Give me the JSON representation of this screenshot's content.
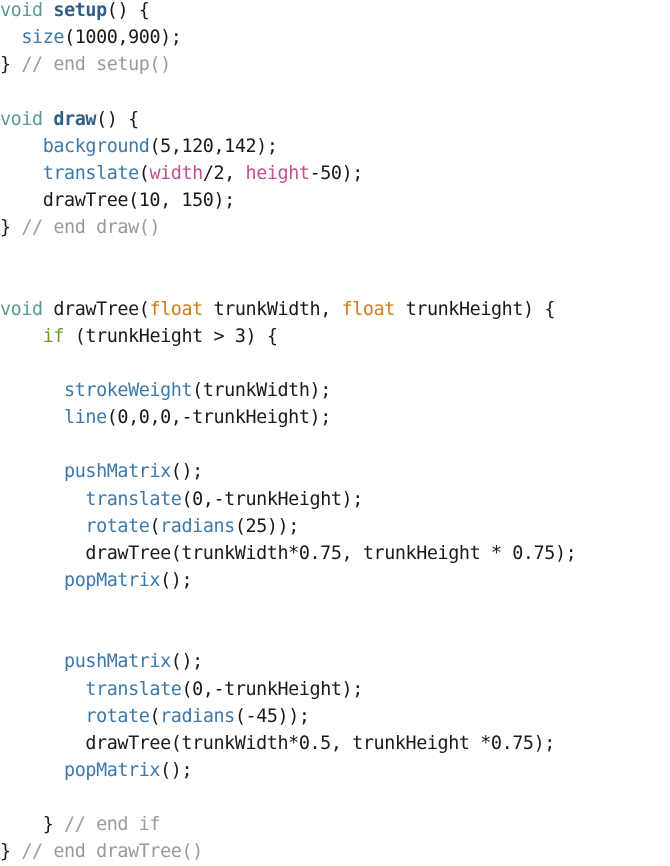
{
  "editor": {
    "colors": {
      "keyword": "#5a9a94",
      "function_bold": "#2f5f86",
      "builtin": "#3c78a8",
      "type_float": "#d07c1e",
      "control": "#6f9a1f",
      "variable": "#c0508c",
      "comment": "#9a9a9a",
      "plain": "#1a1a1a"
    },
    "lines": [
      [
        [
          "void",
          "keyword"
        ],
        [
          " ",
          "plain"
        ],
        [
          "setup",
          "function_bold"
        ],
        [
          "() {",
          "plain"
        ]
      ],
      [
        [
          "  ",
          "plain"
        ],
        [
          "size",
          "builtin"
        ],
        [
          "(1000,900);",
          "plain"
        ]
      ],
      [
        [
          "} ",
          "plain"
        ],
        [
          "// end setup()",
          "comment"
        ]
      ],
      [],
      [
        [
          "void",
          "keyword"
        ],
        [
          " ",
          "plain"
        ],
        [
          "draw",
          "function_bold"
        ],
        [
          "() {",
          "plain"
        ]
      ],
      [
        [
          "    ",
          "plain"
        ],
        [
          "background",
          "builtin"
        ],
        [
          "(5,120,142);",
          "plain"
        ]
      ],
      [
        [
          "    ",
          "plain"
        ],
        [
          "translate",
          "builtin"
        ],
        [
          "(",
          "plain"
        ],
        [
          "width",
          "variable"
        ],
        [
          "/2, ",
          "plain"
        ],
        [
          "height",
          "variable"
        ],
        [
          "-50);",
          "plain"
        ]
      ],
      [
        [
          "    drawTree(10, 150);",
          "plain"
        ]
      ],
      [
        [
          "} ",
          "plain"
        ],
        [
          "// end draw()",
          "comment"
        ]
      ],
      [],
      [],
      [
        [
          "void",
          "keyword"
        ],
        [
          " drawTree(",
          "plain"
        ],
        [
          "float",
          "type_float"
        ],
        [
          " trunkWidth, ",
          "plain"
        ],
        [
          "float",
          "type_float"
        ],
        [
          " trunkHeight) {",
          "plain"
        ]
      ],
      [
        [
          "    ",
          "plain"
        ],
        [
          "if",
          "control"
        ],
        [
          " (trunkHeight > 3) {",
          "plain"
        ]
      ],
      [],
      [
        [
          "      ",
          "plain"
        ],
        [
          "strokeWeight",
          "builtin"
        ],
        [
          "(trunkWidth);",
          "plain"
        ]
      ],
      [
        [
          "      ",
          "plain"
        ],
        [
          "line",
          "builtin"
        ],
        [
          "(0,0,0,-trunkHeight);",
          "plain"
        ]
      ],
      [],
      [
        [
          "      ",
          "plain"
        ],
        [
          "pushMatrix",
          "builtin"
        ],
        [
          "();",
          "plain"
        ]
      ],
      [
        [
          "        ",
          "plain"
        ],
        [
          "translate",
          "builtin"
        ],
        [
          "(0,-trunkHeight);",
          "plain"
        ]
      ],
      [
        [
          "        ",
          "plain"
        ],
        [
          "rotate",
          "builtin"
        ],
        [
          "(",
          "plain"
        ],
        [
          "radians",
          "builtin"
        ],
        [
          "(25));",
          "plain"
        ]
      ],
      [
        [
          "        drawTree(trunkWidth*0.75, trunkHeight * 0.75);",
          "plain"
        ]
      ],
      [
        [
          "      ",
          "plain"
        ],
        [
          "popMatrix",
          "builtin"
        ],
        [
          "();",
          "plain"
        ]
      ],
      [],
      [],
      [
        [
          "      ",
          "plain"
        ],
        [
          "pushMatrix",
          "builtin"
        ],
        [
          "();",
          "plain"
        ]
      ],
      [
        [
          "        ",
          "plain"
        ],
        [
          "translate",
          "builtin"
        ],
        [
          "(0,-trunkHeight);",
          "plain"
        ]
      ],
      [
        [
          "        ",
          "plain"
        ],
        [
          "rotate",
          "builtin"
        ],
        [
          "(",
          "plain"
        ],
        [
          "radians",
          "builtin"
        ],
        [
          "(-45));",
          "plain"
        ]
      ],
      [
        [
          "        drawTree(trunkWidth*0.5, trunkHeight *0.75);",
          "plain"
        ]
      ],
      [
        [
          "      ",
          "plain"
        ],
        [
          "popMatrix",
          "builtin"
        ],
        [
          "();",
          "plain"
        ]
      ],
      [],
      [
        [
          "    } ",
          "plain"
        ],
        [
          "// end if",
          "comment"
        ]
      ],
      [
        [
          "} ",
          "plain"
        ],
        [
          "// end drawTree()",
          "comment"
        ]
      ]
    ]
  }
}
